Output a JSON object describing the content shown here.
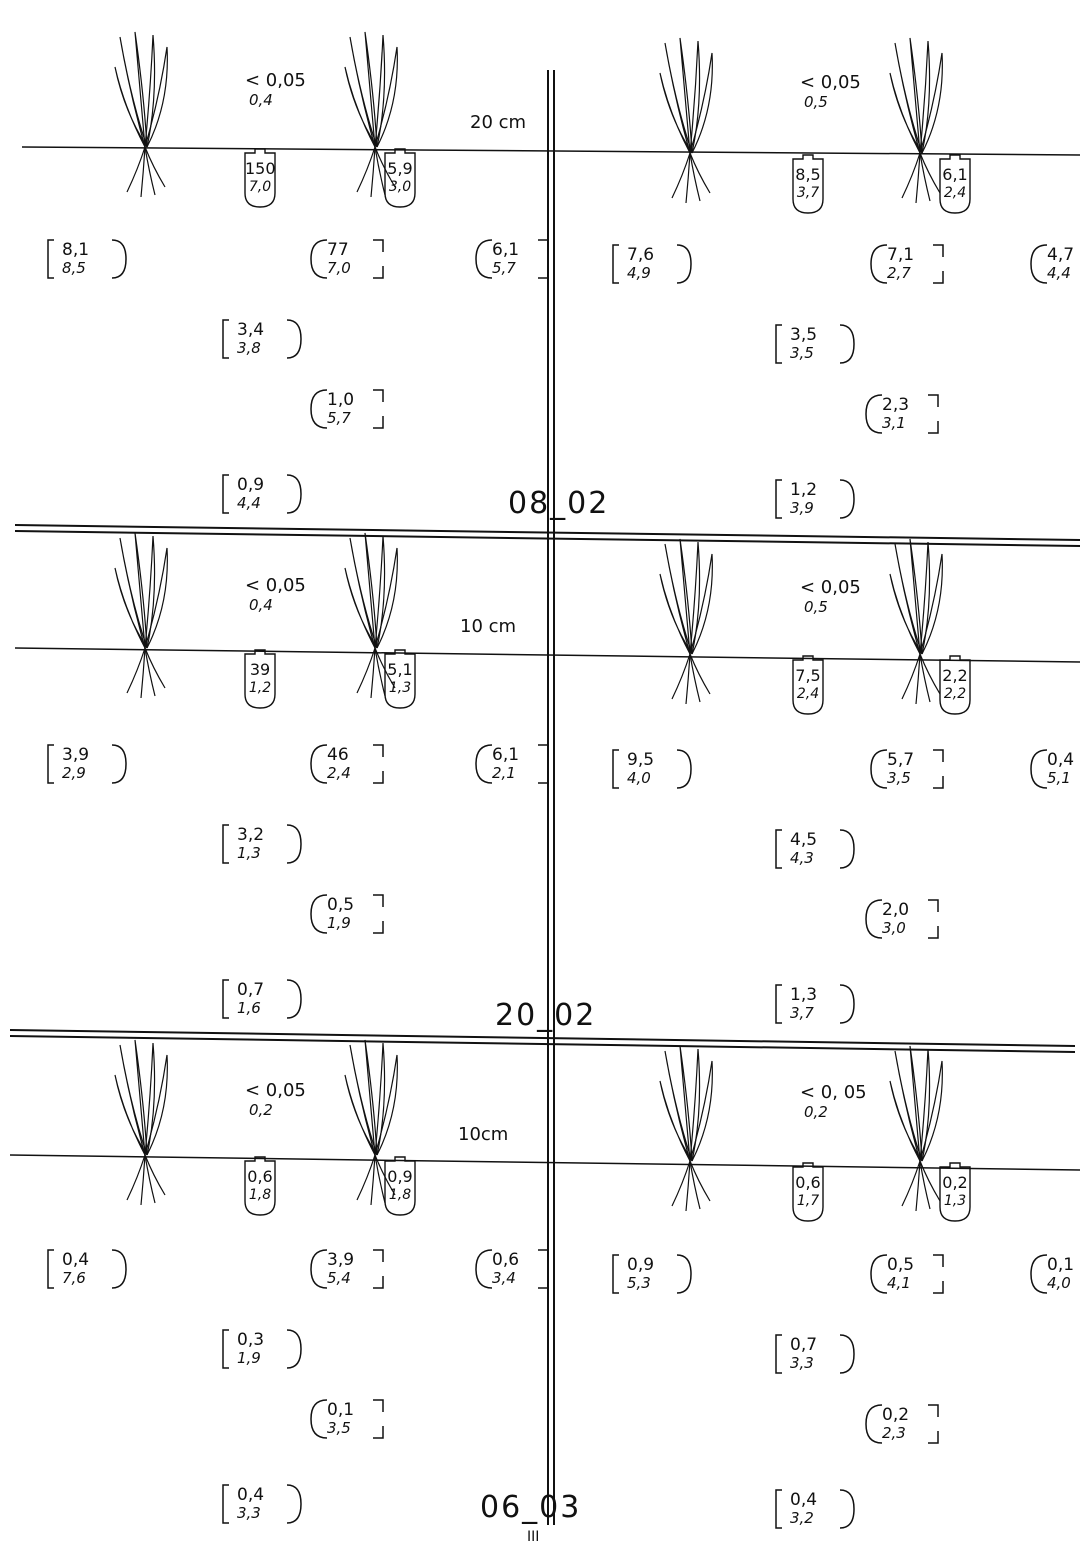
{
  "depth_labels": [
    "20 cm",
    "10 cm",
    "10cm"
  ],
  "dates": [
    "08_02",
    "20_02",
    "06_03"
  ],
  "bottom_mark": "III",
  "sections": [
    {
      "left": {
        "lt": {
          "top": "< 0,05",
          "bot": "0,4"
        },
        "sensor1": {
          "top": "150",
          "bot": "7,0"
        },
        "sensor2": {
          "top": "5,9",
          "bot": "3,0"
        },
        "pairs": [
          {
            "top": "8,1",
            "bot": "8,5"
          },
          {
            "top": "77",
            "bot": "7,0"
          },
          {
            "top": "6,1",
            "bot": "5,7"
          },
          {
            "top": "3,4",
            "bot": "3,8"
          },
          {
            "top": "1,0",
            "bot": "5,7"
          },
          {
            "top": "0,9",
            "bot": "4,4"
          }
        ]
      },
      "right": {
        "lt": {
          "top": "< 0,05",
          "bot": "0,5"
        },
        "sensor1": {
          "top": "8,5",
          "bot": "3,7"
        },
        "sensor2": {
          "top": "6,1",
          "bot": "2,4"
        },
        "pairs": [
          {
            "top": "7,6",
            "bot": "4,9"
          },
          {
            "top": "7,1",
            "bot": "2,7"
          },
          {
            "top": "4,7",
            "bot": "4,4"
          },
          {
            "top": "3,5",
            "bot": "3,5"
          },
          {
            "top": "2,3",
            "bot": "3,1"
          },
          {
            "top": "1,2",
            "bot": "3,9"
          }
        ]
      }
    },
    {
      "left": {
        "lt": {
          "top": "< 0,05",
          "bot": "0,4"
        },
        "sensor1": {
          "top": "39",
          "bot": "1,2"
        },
        "sensor2": {
          "top": "5,1",
          "bot": "1,3"
        },
        "pairs": [
          {
            "top": "3,9",
            "bot": "2,9"
          },
          {
            "top": "46",
            "bot": "2,4"
          },
          {
            "top": "6,1",
            "bot": "2,1"
          },
          {
            "top": "3,2",
            "bot": "1,3"
          },
          {
            "top": "0,5",
            "bot": "1,9"
          },
          {
            "top": "0,7",
            "bot": "1,6"
          }
        ]
      },
      "right": {
        "lt": {
          "top": "< 0,05",
          "bot": "0,5"
        },
        "sensor1": {
          "top": "7,5",
          "bot": "2,4"
        },
        "sensor2": {
          "top": "2,2",
          "bot": "2,2"
        },
        "pairs": [
          {
            "top": "9,5",
            "bot": "4,0"
          },
          {
            "top": "5,7",
            "bot": "3,5"
          },
          {
            "top": "0,4",
            "bot": "5,1"
          },
          {
            "top": "4,5",
            "bot": "4,3"
          },
          {
            "top": "2,0",
            "bot": "3,0"
          },
          {
            "top": "1,3",
            "bot": "3,7"
          }
        ]
      }
    },
    {
      "left": {
        "lt": {
          "top": "< 0,05",
          "bot": "0,2"
        },
        "sensor1": {
          "top": "0,6",
          "bot": "1,8"
        },
        "sensor2": {
          "top": "0,9",
          "bot": "1,8"
        },
        "pairs": [
          {
            "top": "0,4",
            "bot": "7,6"
          },
          {
            "top": "3,9",
            "bot": "5,4"
          },
          {
            "top": "0,6",
            "bot": "3,4"
          },
          {
            "top": "0,3",
            "bot": "1,9"
          },
          {
            "top": "0,1",
            "bot": "3,5"
          },
          {
            "top": "0,4",
            "bot": "3,3"
          }
        ]
      },
      "right": {
        "lt": {
          "top": "< 0, 05",
          "bot": "0,2"
        },
        "sensor1": {
          "top": "0,6",
          "bot": "1,7"
        },
        "sensor2": {
          "top": "0,2",
          "bot": "1,3"
        },
        "pairs": [
          {
            "top": "0,9",
            "bot": "5,3"
          },
          {
            "top": "0,5",
            "bot": "4,1"
          },
          {
            "top": "0,1",
            "bot": "4,0"
          },
          {
            "top": "0,7",
            "bot": "3,3"
          },
          {
            "top": "0,2",
            "bot": "2,3"
          },
          {
            "top": "0,4",
            "bot": "3,2"
          }
        ]
      }
    }
  ]
}
